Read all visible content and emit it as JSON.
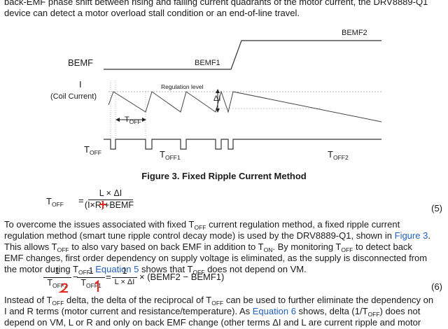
{
  "intro": {
    "line1": "back-EMF phase shift between rising and falling current quadrants of the motor current, the DRV8889-Q1",
    "line2": "device can detect a motor overload stall condition or an end-of-line travel."
  },
  "figure": {
    "bemf_label": "BEMF",
    "bemf1": "BEMF1",
    "bemf2": "BEMF2",
    "i_label": "I",
    "coil_label": "(Coil Current)",
    "regulation_label": "Regulation level",
    "delta_i": "ΔI",
    "toff_main": "T",
    "toff_sub": "OFF",
    "toff1_sub": "OFF1",
    "toff2_sub": "OFF2",
    "caption": "Figure 3. Fixed Ripple Current Method"
  },
  "eq5": {
    "lhs": "T",
    "lhs_sub": "OFF",
    "eq": "=",
    "num": "L × ΔI",
    "den": "(I×R)+BEMF",
    "number": "(5)"
  },
  "para1": {
    "a": "To overcome the issues associated with fixed T",
    "a_sub": "OFF",
    "b": " current regulation method, a fixed ripple current",
    "c": "regulation method (smart tune ripple control decay mode) is used by the DRV8889-Q1, shown in ",
    "fig_link": "Figure 3",
    "c_end": ".",
    "d": "This allows T",
    "d_sub": "OFF",
    "e": " to also vary based on back EMF in addition to T",
    "e_sub": "ON",
    "e_end": ". By monitoring T",
    "e2_sub": "OFF",
    "e2": " to detect back",
    "f": "EMF changes, first order dependency on supply voltage is eliminated, as the supply is disconnected from",
    "g": "the motor during T",
    "g_sub": "OFF",
    "g2": ". ",
    "eq_link": "Equation 5",
    "g3": " shows that T",
    "g3_sub": "OFF",
    "g4": " does not depend on VM."
  },
  "eq6": {
    "one": "1",
    "t": "T",
    "toff2_sub": "OFF2",
    "toff1_sub": "OFF1",
    "minus": "−",
    "eq": "=",
    "den": "L × ΔI",
    "rhs": "× (BEMF2 − BEMF1)",
    "number": "(6)"
  },
  "para2": {
    "a": "Instead of T",
    "a_sub": "OFF",
    "b": " delta, the delta of the reciprocal of T",
    "b_sub": "OFF",
    "c": " can be used to further eliminate the dependency on",
    "d": "I and R terms (motor current and resistance/temperature). As ",
    "eq_link": "Equation 6",
    "e": " shows, delta (1/T",
    "e_sub": "OFF",
    "f": ") does not",
    "g": "depend on VM, L or R and only on back EMF change (other terms ΔI and L are current ripple and motor"
  },
  "colors": {
    "text": "#1a1a1a",
    "link": "#1f5fbf",
    "annotation": "#e0281e"
  }
}
